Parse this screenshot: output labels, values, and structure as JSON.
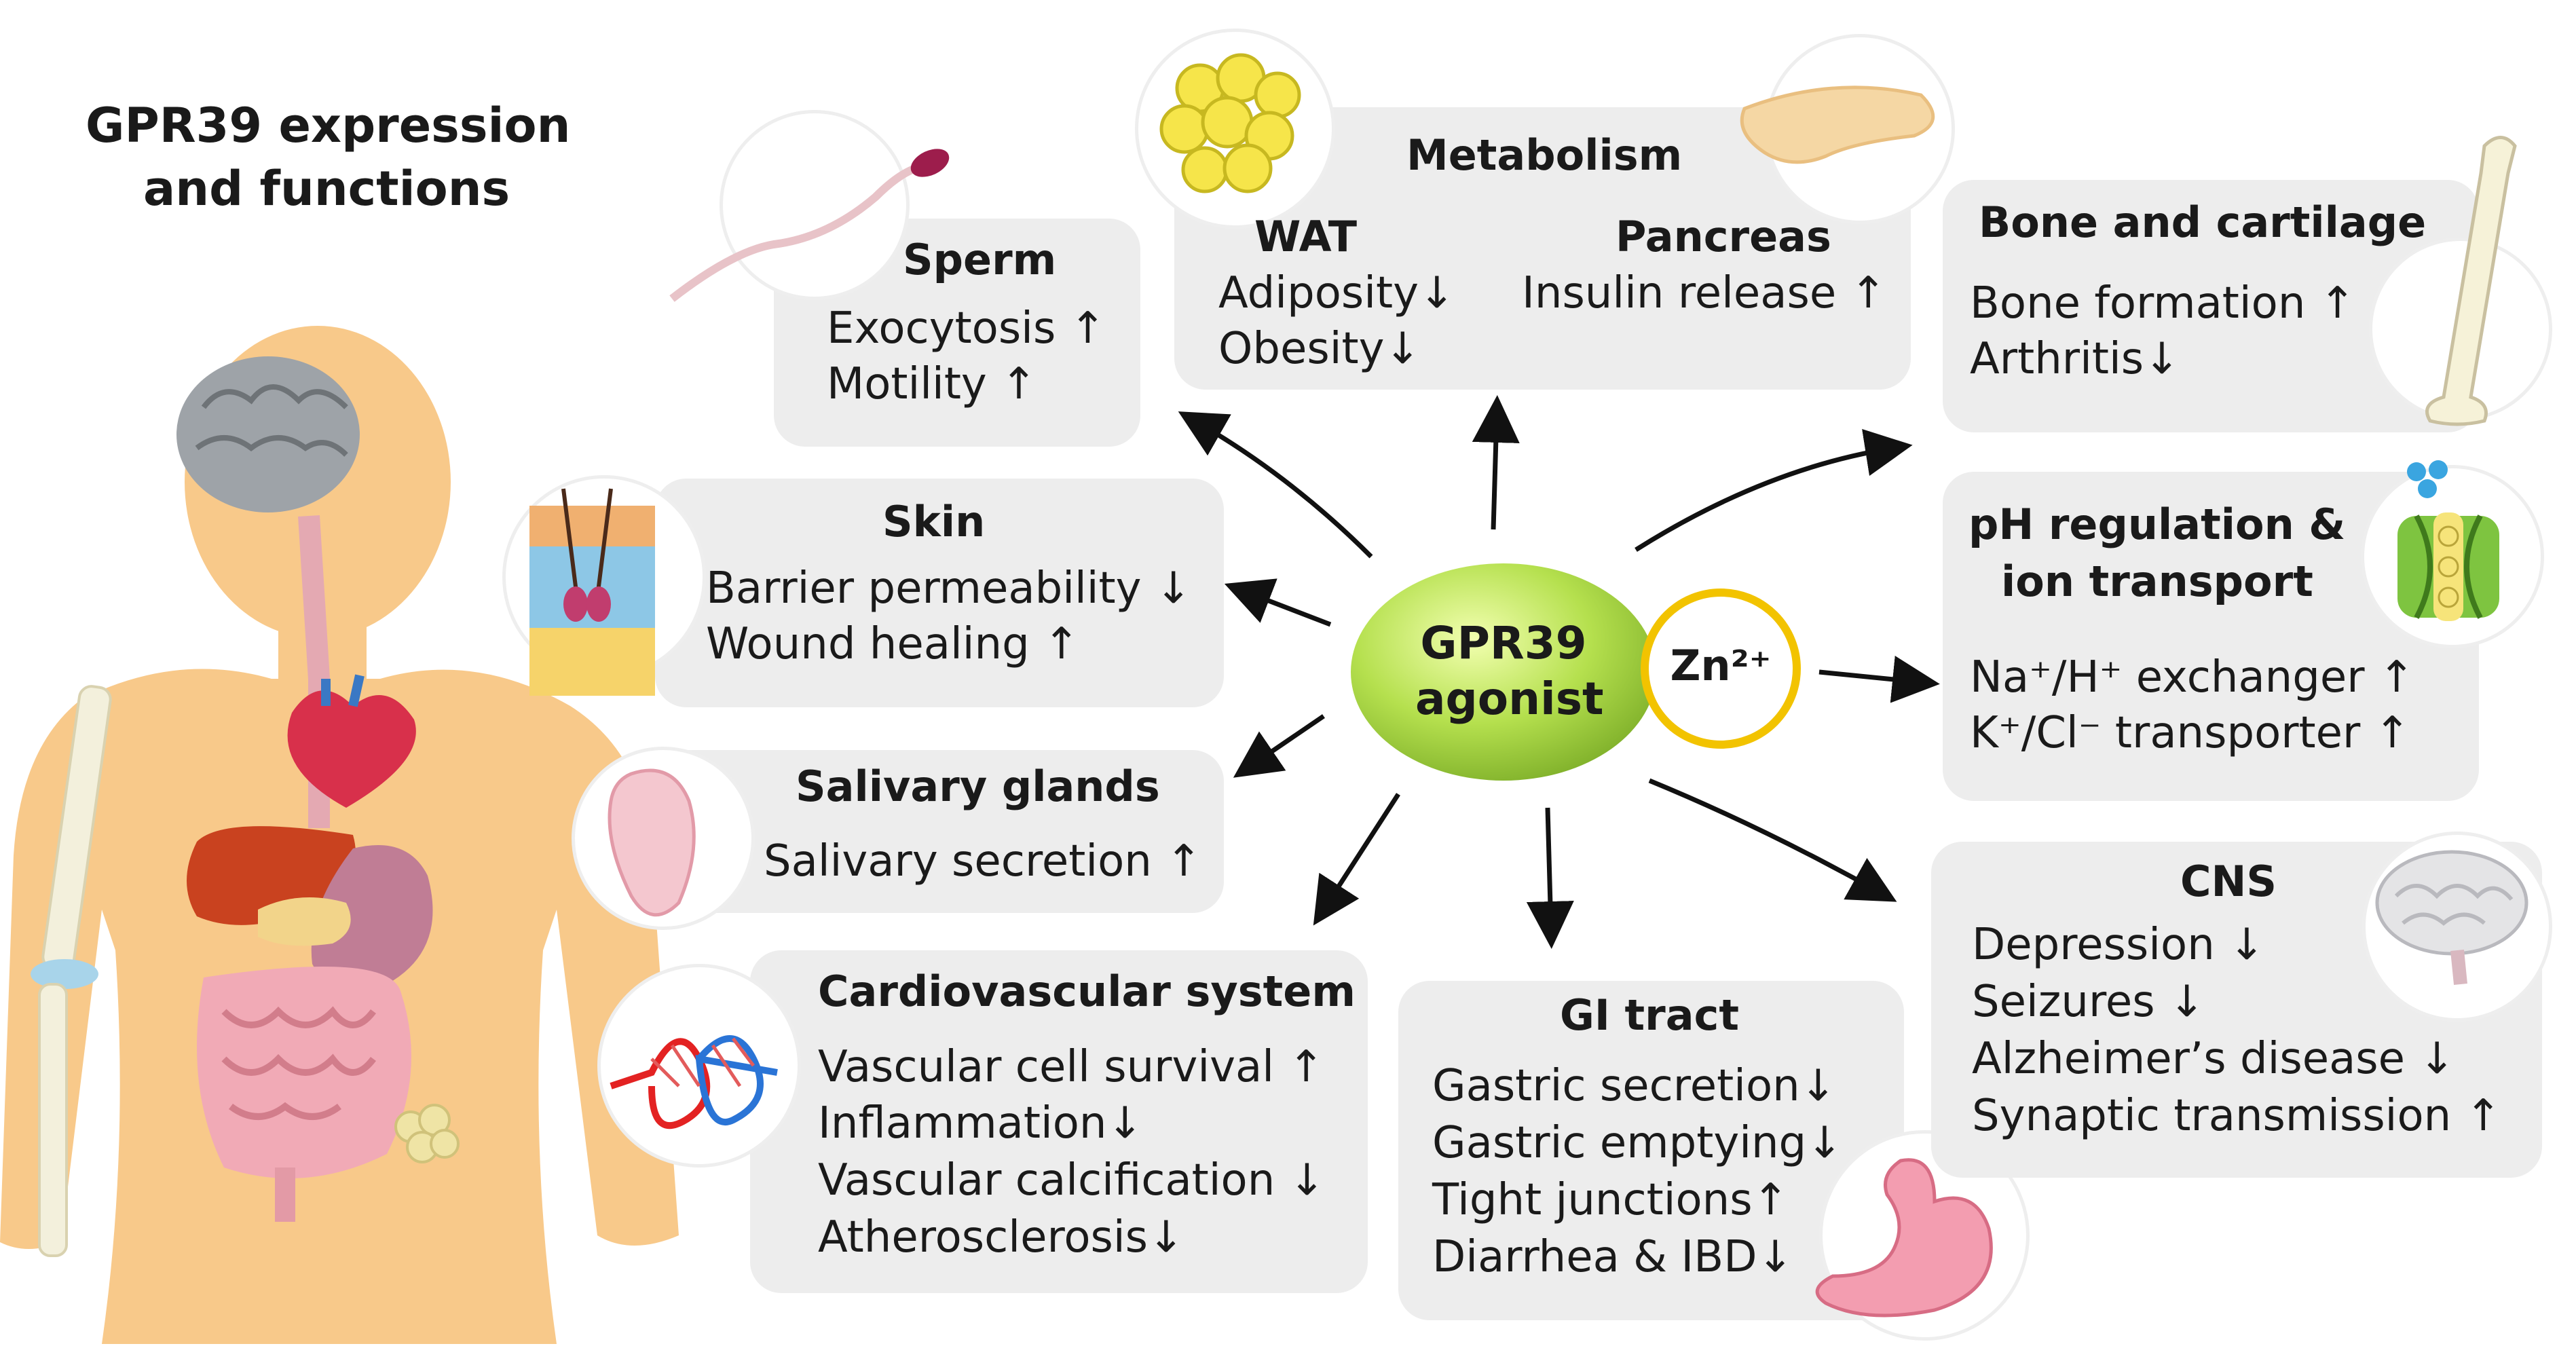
{
  "title": [
    "GPR39 expression",
    "and functions"
  ],
  "center": {
    "agonist": [
      "GPR39",
      "agonist"
    ],
    "zinc": "Zn²⁺"
  },
  "arrows": {
    "up": "↑",
    "down": "↓"
  },
  "colors": {
    "box": "#ededed",
    "agonist_green": "#9bd13a",
    "zinc_ring": "#f2c300",
    "skin_tone": "#f8c98a"
  },
  "panels": {
    "sperm": {
      "title": "Sperm",
      "items": [
        {
          "text": "Exocytosis",
          "dir": "↑"
        },
        {
          "text": "Motility",
          "dir": "↑"
        }
      ]
    },
    "metabolism": {
      "title": "Metabolism",
      "wat": {
        "title": "WAT",
        "items": [
          {
            "text": "Adiposity",
            "dir": "↓"
          },
          {
            "text": "Obesity",
            "dir": "↓"
          }
        ]
      },
      "pancreas": {
        "title": "Pancreas",
        "items": [
          {
            "text": "Insulin release",
            "dir": "↑"
          }
        ]
      }
    },
    "bone": {
      "title": "Bone and cartilage",
      "items": [
        {
          "text": "Bone formation",
          "dir": "↑"
        },
        {
          "text": "Arthritis",
          "dir": "↓"
        }
      ]
    },
    "skin": {
      "title": "Skin",
      "items": [
        {
          "text": "Barrier permeability",
          "dir": "↓"
        },
        {
          "text": "Wound healing",
          "dir": "↑"
        }
      ]
    },
    "ph": {
      "title_lines": [
        "pH regulation &",
        "ion transport"
      ],
      "items": [
        {
          "text": "Na⁺/H⁺ exchanger",
          "dir": "↑"
        },
        {
          "text": "K⁺/Cl⁻ transporter",
          "dir": "↑"
        }
      ]
    },
    "salivary": {
      "title": "Salivary glands",
      "items": [
        {
          "text": "Salivary secretion",
          "dir": "↑"
        }
      ]
    },
    "cardio": {
      "title": "Cardiovascular system",
      "items": [
        {
          "text": "Vascular cell survival",
          "dir": "↑"
        },
        {
          "text": "Inflammation",
          "dir": "↓"
        },
        {
          "text": "Vascular calcification",
          "dir": "↓"
        },
        {
          "text": "Atherosclerosis",
          "dir": "↓"
        }
      ]
    },
    "gi": {
      "title": "GI tract",
      "items": [
        {
          "text": "Gastric secretion",
          "dir": "↓"
        },
        {
          "text": "Gastric emptying",
          "dir": "↓"
        },
        {
          "text": "Tight junctions",
          "dir": "↑"
        },
        {
          "text": "Diarrhea & IBD",
          "dir": "↓"
        }
      ]
    },
    "cns": {
      "title": "CNS",
      "items": [
        {
          "text": "Depression",
          "dir": "↓"
        },
        {
          "text": "Seizures",
          "dir": "↓"
        },
        {
          "text": "Alzheimer’s disease",
          "dir": "↓"
        },
        {
          "text": "Synaptic transmission",
          "dir": "↑"
        }
      ]
    }
  }
}
